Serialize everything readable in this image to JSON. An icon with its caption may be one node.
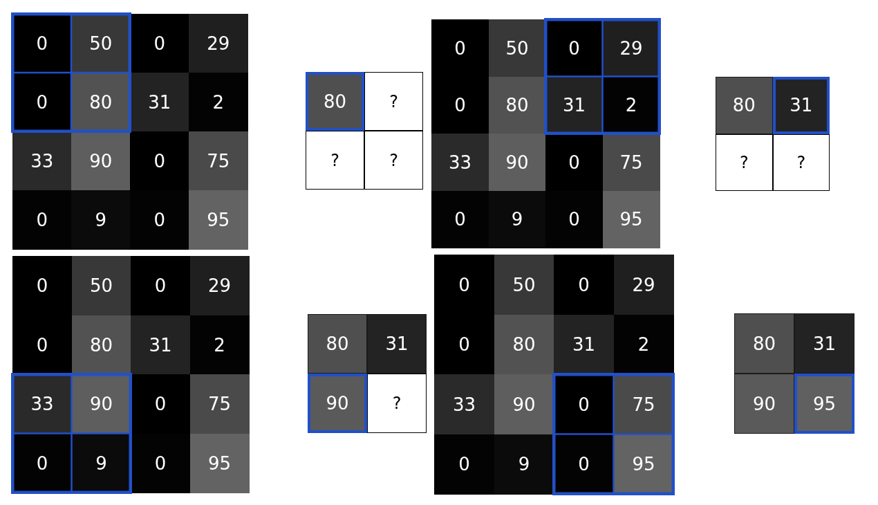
{
  "diagram": {
    "labels": [
      "0",
      "50",
      "0",
      "29",
      "0",
      "80",
      "31",
      "2",
      "33",
      "90",
      "0",
      "75",
      "0",
      "9",
      "0",
      "95",
      "80",
      "?",
      "?",
      "?",
      "0",
      "50",
      "0",
      "29",
      "0",
      "80",
      "31",
      "2",
      "33",
      "90",
      "0",
      "75",
      "0",
      "9",
      "0",
      "95",
      "80",
      "31",
      "?",
      "?",
      "0",
      "50",
      "0",
      "29",
      "0",
      "80",
      "31",
      "2",
      "33",
      "90",
      "0",
      "75",
      "0",
      "9",
      "0",
      "95",
      "80",
      "31",
      "90",
      "?",
      "0",
      "50",
      "0",
      "29",
      "0",
      "80",
      "31",
      "2",
      "33",
      "90",
      "0",
      "75",
      "0",
      "9",
      "0",
      "95",
      "80",
      "31",
      "90",
      "95"
    ]
  }
}
